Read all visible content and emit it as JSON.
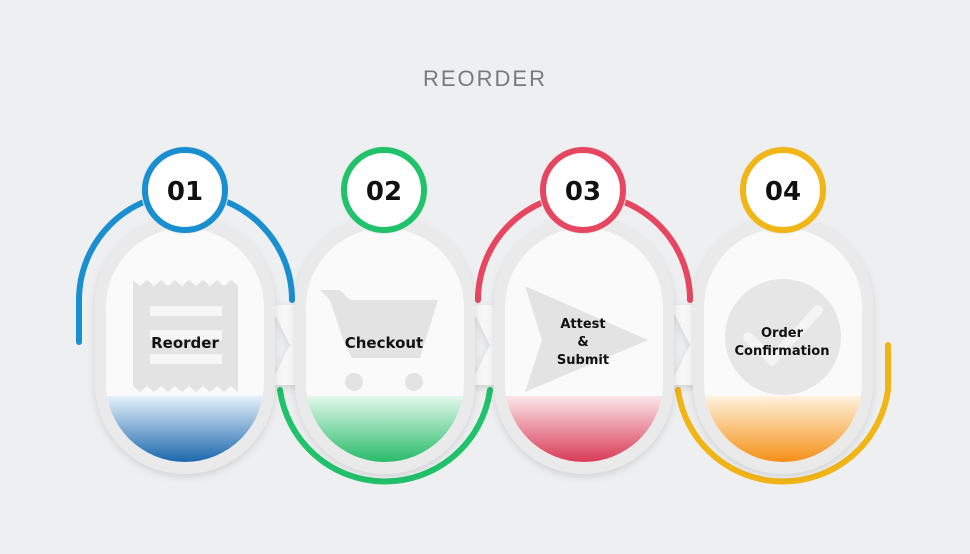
{
  "title": "REORDER",
  "steps": [
    {
      "number": "01",
      "label": "Reorder",
      "color": "#1a8fd0",
      "fill_top": "#d7ebf8",
      "fill_bottom": "#0f5fa8",
      "icon": "receipt-icon"
    },
    {
      "number": "02",
      "label": "Checkout",
      "color": "#20c26a",
      "fill_top": "#d8f5e4",
      "fill_bottom": "#1db862",
      "icon": "shopping-cart-icon"
    },
    {
      "number": "03",
      "label_lines": [
        "Attest",
        "&",
        "Submit"
      ],
      "color": "#e64660",
      "fill_top": "#f8dde2",
      "fill_bottom": "#d7304d",
      "icon": "send-icon"
    },
    {
      "number": "04",
      "label_lines": [
        "Order",
        "Confirmation"
      ],
      "color": "#f2b516",
      "fill_top": "#fdf0d6",
      "fill_bottom": "#f58a0a",
      "icon": "checkmark-icon"
    }
  ]
}
